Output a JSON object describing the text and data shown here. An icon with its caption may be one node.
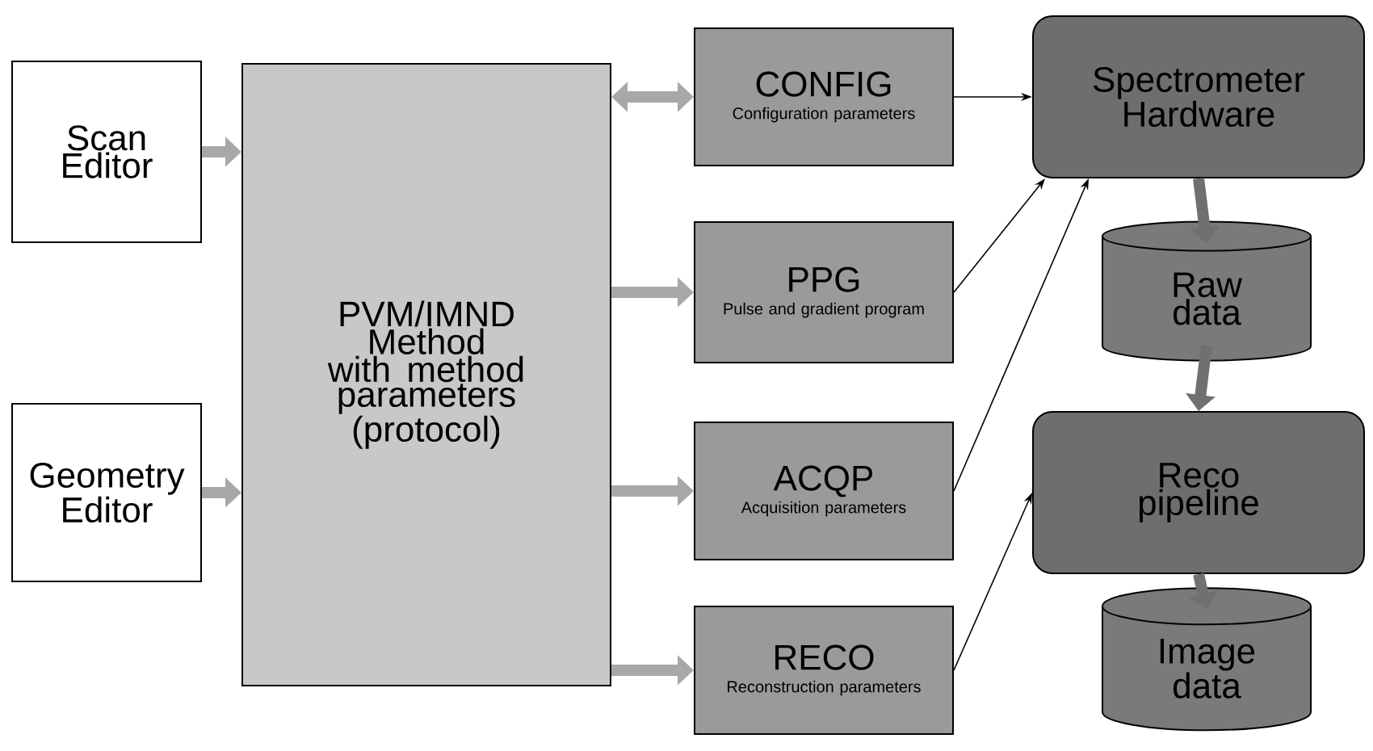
{
  "diagram": {
    "nodes": [
      {
        "text": [
          "Scan Editor"
        ]
      },
      {
        "text": [
          "Geometry Editor"
        ]
      },
      {
        "text": [
          "PVM/IMND Method with method parameters (protocol)"
        ]
      },
      {
        "text": [
          "CONFIG",
          "Configuration parameters"
        ]
      },
      {
        "text": [
          "PPG",
          "Pulse and gradient program"
        ]
      },
      {
        "text": [
          "ACQP",
          "Acquisition parameters"
        ]
      },
      {
        "text": [
          "RECO",
          "Reconstruction parameters"
        ]
      },
      {
        "text": [
          "Spectrometer Hardware"
        ]
      },
      {
        "text": [
          "Raw data"
        ]
      },
      {
        "text": [
          "Reco pipeline"
        ]
      },
      {
        "text": [
          "Image data"
        ]
      }
    ],
    "edges": [
      {
        "from": 0,
        "to": 2,
        "arrow": "to",
        "color": "#a8a8a8"
      },
      {
        "from": 1,
        "to": 2,
        "arrow": "to",
        "color": "#a8a8a8"
      },
      {
        "from": 2,
        "to": 3,
        "arrow": "both",
        "color": "#a8a8a8"
      },
      {
        "from": 2,
        "to": 4,
        "arrow": "to",
        "color": "#a8a8a8"
      },
      {
        "from": 2,
        "to": 5,
        "arrow": "to",
        "color": "#a8a8a8"
      },
      {
        "from": 2,
        "to": 6,
        "arrow": "to",
        "color": "#a8a8a8"
      },
      {
        "from": 3,
        "to": 7,
        "arrow": "to",
        "color": "#000000"
      },
      {
        "from": 4,
        "to": 7,
        "arrow": "to",
        "color": "#000000"
      },
      {
        "from": 5,
        "to": 7,
        "arrow": "to",
        "color": "#000000"
      },
      {
        "from": 6,
        "to": 9,
        "arrow": "to",
        "color": "#000000"
      },
      {
        "from": 7,
        "to": 8,
        "arrow": "to",
        "color": "#707070"
      },
      {
        "from": 8,
        "to": 9,
        "arrow": "to",
        "color": "#707070"
      },
      {
        "from": 9,
        "to": 10,
        "arrow": "to",
        "color": "#707070"
      }
    ]
  }
}
